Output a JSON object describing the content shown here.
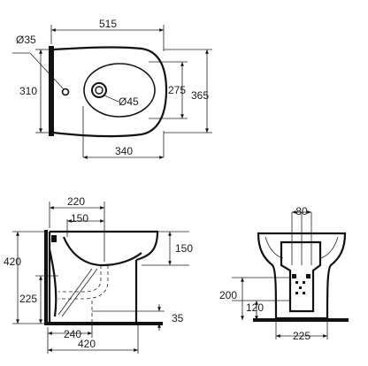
{
  "top_view": {
    "width_total": "515",
    "pipe_diameter": "Ø35",
    "depth_310": "310",
    "drain_diameter": "Ø45",
    "bowl_depth": "275",
    "overall_depth": "365",
    "length_340": "340"
  },
  "side_view": {
    "d220": "220",
    "d150_top": "150",
    "height_420": "420",
    "d150_right": "150",
    "height_225": "225",
    "d35": "35",
    "d240": "240",
    "length_420": "420"
  },
  "front_view": {
    "d80": "80",
    "d200": "200",
    "d120": "120",
    "d225": "225"
  }
}
